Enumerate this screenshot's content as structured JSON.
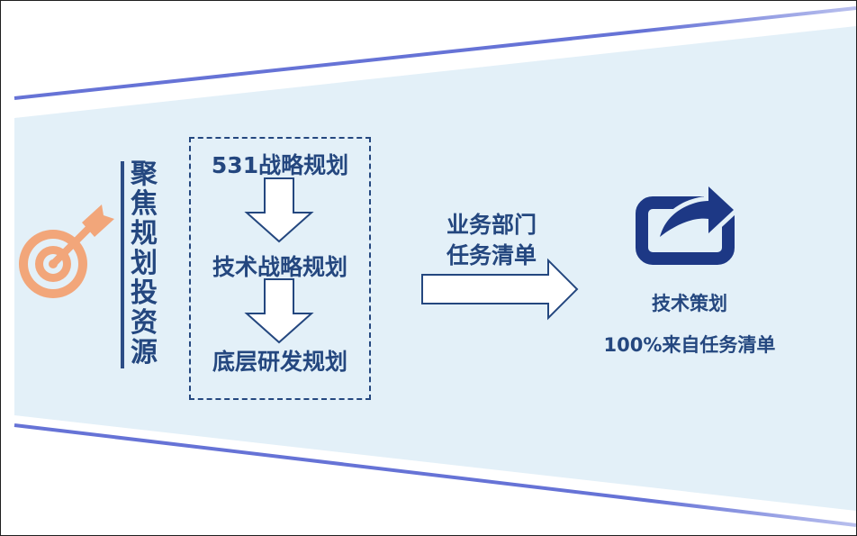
{
  "theme": {
    "primary": "#24477f",
    "accent": "#f2a67a",
    "band": "#e3f0f8",
    "line": "#6673d6"
  },
  "left_label": {
    "chars": [
      "聚",
      "焦",
      "规",
      "划",
      "投",
      "资",
      "源"
    ]
  },
  "steps": [
    {
      "label": "531战略规划"
    },
    {
      "label": "技术战略规划"
    },
    {
      "label": "底层研发规划"
    }
  ],
  "arrow_label": {
    "line1": "业务部门",
    "line2": "任务清单"
  },
  "result": {
    "line1": "技术策划",
    "line2": "100%来自任务清单"
  },
  "icons": {
    "target": "target-icon",
    "share": "share-icon"
  }
}
